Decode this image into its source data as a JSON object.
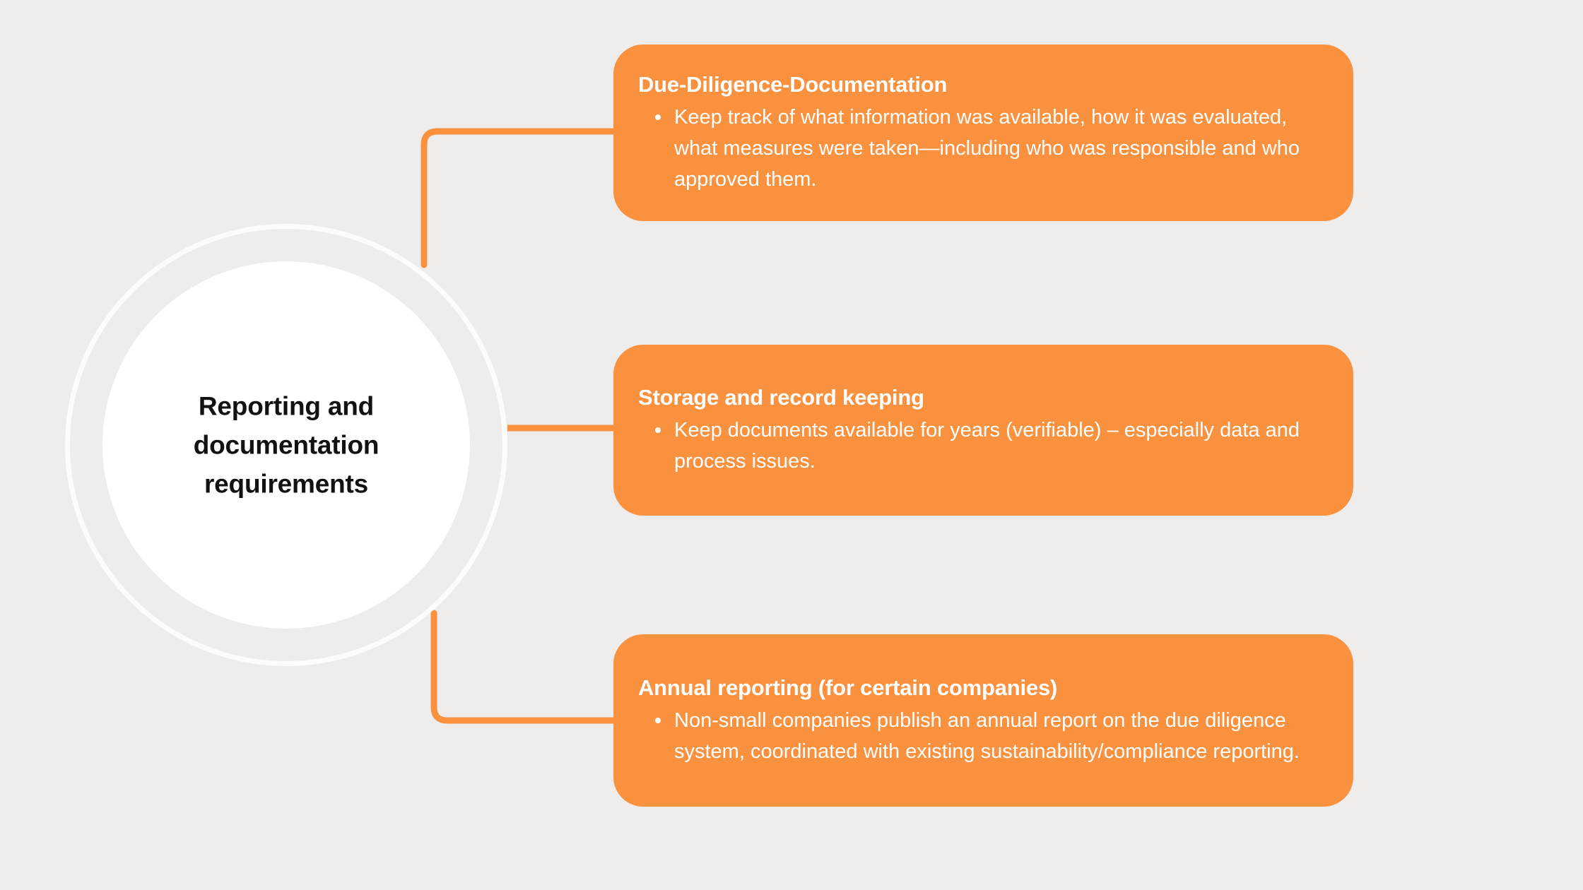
{
  "diagram": {
    "type": "hub-and-spoke-mindmap",
    "background_color": "#efedeb",
    "accent_color": "#f9913f",
    "hub": {
      "label": "Reporting and documentation requirements",
      "text_color": "#121212",
      "fill_color": "#ffffff"
    },
    "connector_color": "#f9913f",
    "branches": [
      {
        "heading": "Due-Diligence-Documentation",
        "bullets": [
          "Keep track of what information was available, how it was evaluated, what measures were taken—including who was responsible and who approved them."
        ]
      },
      {
        "heading": "Storage and record keeping",
        "bullets": [
          "Keep documents available for years (verifiable) – especially data and process issues."
        ]
      },
      {
        "heading": "Annual reporting (for certain companies)",
        "bullets": [
          "Non-small companies publish an annual report on the due diligence system, coordinated with existing sustainability/compliance reporting."
        ]
      }
    ]
  }
}
